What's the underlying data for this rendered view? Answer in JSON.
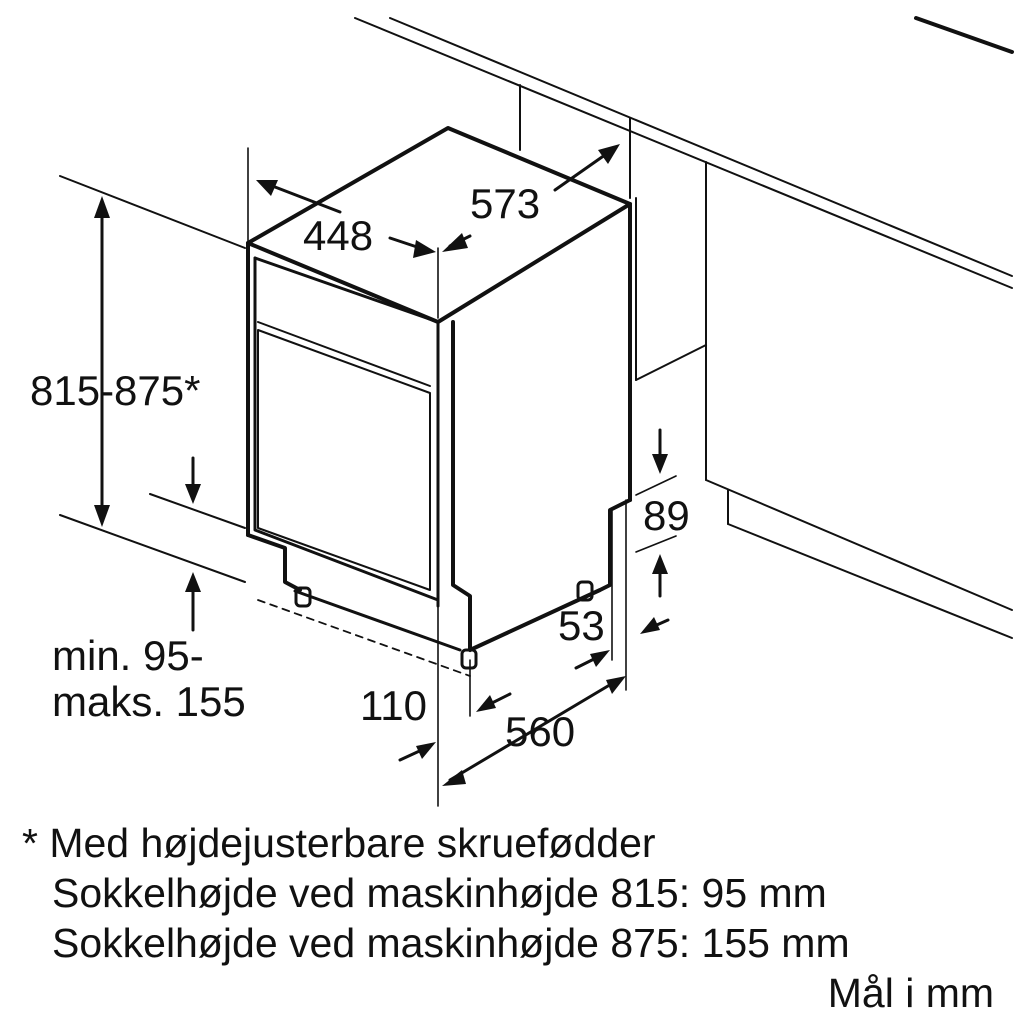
{
  "diagram": {
    "dimensions": {
      "width": "448",
      "depth": "573",
      "height_range": "815-875*",
      "plinth_range_line1": "min. 95-",
      "plinth_range_line2": "maks. 155",
      "plinth_recess": "89",
      "foot_offset": "53",
      "front_foot_offset": "110",
      "cabinet_depth": "560"
    },
    "notes": {
      "line1": "* Med højdejusterbare skruefødder",
      "line2": "Sokkelhøjde ved maskinhøjde 815: 95 mm",
      "line3": "Sokkelhøjde ved maskinhøjde 875: 155 mm",
      "units": "Mål i mm"
    }
  }
}
